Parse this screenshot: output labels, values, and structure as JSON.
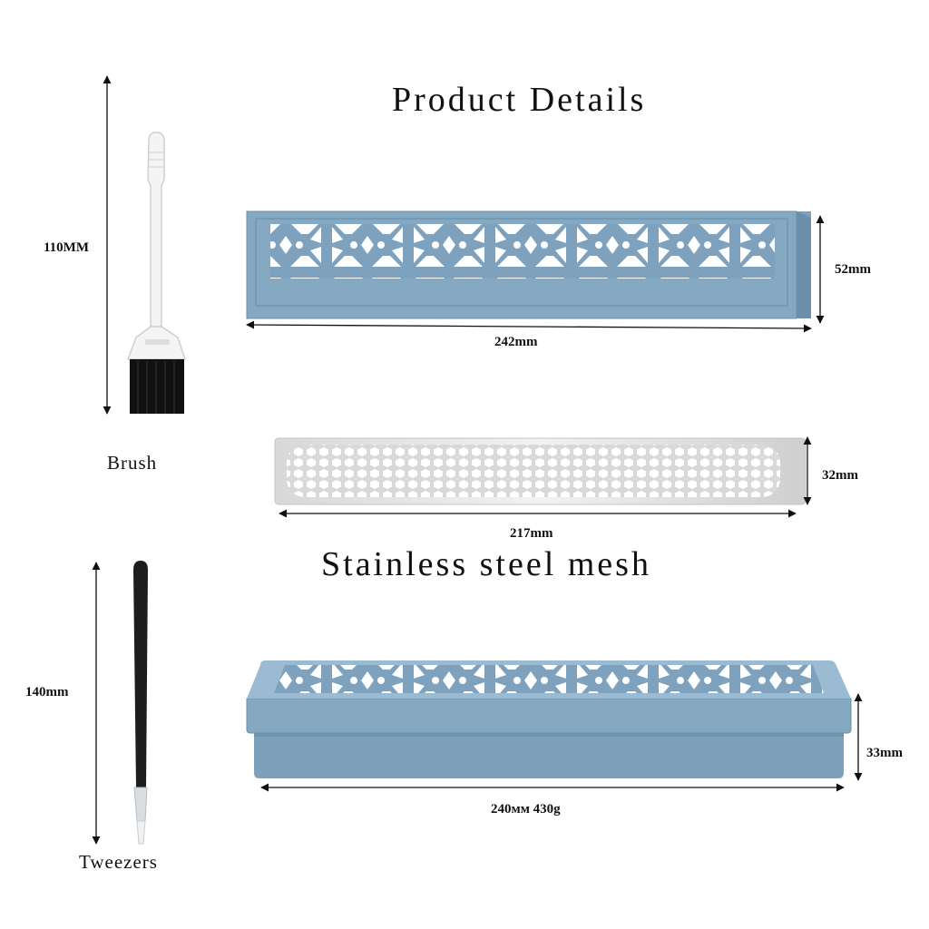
{
  "titles": {
    "product_details": "Product Details",
    "mesh": "Stainless steel mesh"
  },
  "labels": {
    "brush": "Brush",
    "tweezers": "Tweezers"
  },
  "dimensions": {
    "brush_height": "110MM",
    "lid_height": "52mm",
    "lid_width": "242mm",
    "mesh_height": "32mm",
    "mesh_width": "217mm",
    "tweezers_height": "140mm",
    "box_height": "33mm",
    "box_width_weight": "240мм  430g"
  },
  "colors": {
    "box_blue": "#7ea2bd",
    "box_blue_light": "#98b7cd",
    "mesh_steel": "#dcdcdc"
  }
}
